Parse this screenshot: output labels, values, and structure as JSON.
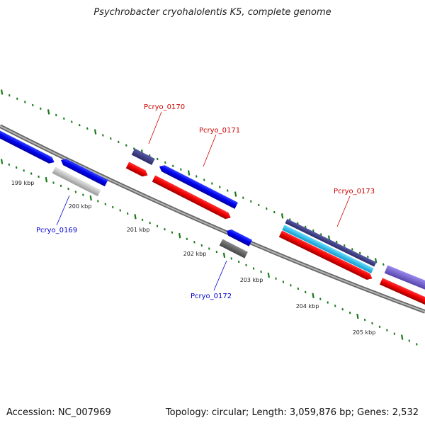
{
  "header": {
    "title": "Psychrobacter cryohalolentis K5, complete genome"
  },
  "footer": {
    "accession": "Accession: NC_007969",
    "summary": "Topology: circular; Length: 3,059,876 bp; Genes: 2,532"
  },
  "tick_labels": [
    "199 kbp",
    "200 kbp",
    "201 kbp",
    "202 kbp",
    "203 kbp",
    "204 kbp",
    "205 kbp"
  ],
  "gene_labels": [
    {
      "text": "Pcryo_0169",
      "color": "#0000cc"
    },
    {
      "text": "Pcryo_0170",
      "color": "#cc0000"
    },
    {
      "text": "Pcryo_0171",
      "color": "#cc0000"
    },
    {
      "text": "Pcryo_0172",
      "color": "#0000cc"
    },
    {
      "text": "Pcryo_0173",
      "color": "#cc0000"
    }
  ],
  "colors": {
    "backbone": "#888888",
    "forward_cds": "#ff0000",
    "reverse_cds": "#0000ee",
    "light_grey_feature": "#c8c8c8",
    "dark_grey_feature": "#707070",
    "navy_feature": "#3a3a80",
    "cyan_feature": "#33bbee",
    "lavender_feature": "#7766cc",
    "tick": "#1a7a1a"
  }
}
